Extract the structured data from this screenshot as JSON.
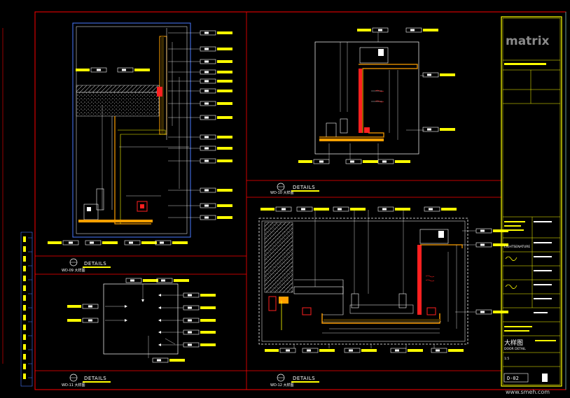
{
  "details": {
    "label": "DETAILS",
    "sub_top_left": "WD-09 大样图",
    "sub_top_right": "WD-10 大样图",
    "sub_bottom_left": "WD-11 大样图",
    "sub_bottom_right": "WD-12 大样图"
  },
  "title_block": {
    "logo": "matrix",
    "client": "LIGHTSENATURE",
    "drawing_title_cn": "大样图",
    "drawing_title_en": "DOOR DETAIL",
    "drawing_no": "D-02",
    "scale": "1:5"
  },
  "watermark": "www.smeh.com",
  "colors": {
    "border": "#ff0000",
    "frame": "#ffff00",
    "wall": "#4060ff",
    "accent": "#ff2020",
    "finish": "#ffa000",
    "text": "#ffffff"
  }
}
